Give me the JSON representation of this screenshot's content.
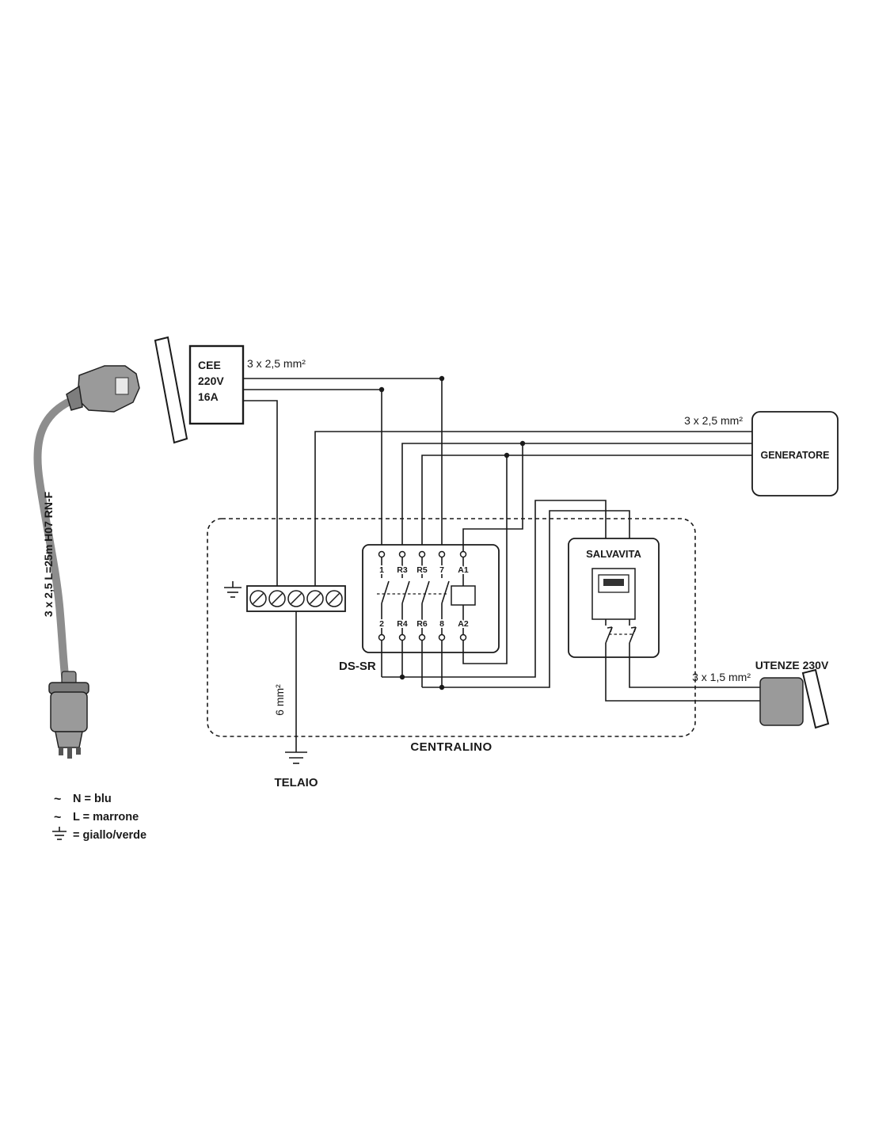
{
  "diagram": {
    "cee_inlet": {
      "line1": "CEE",
      "line2": "220V",
      "line3": "16A"
    },
    "cable_label": "3 x 2,5  L=25m  H07 RN-F",
    "wire_labels": {
      "mains": "3 x 2,5 mm²",
      "generator": "3 x 2,5 mm²",
      "outlet": "3 x 1,5 mm²",
      "ground": "6 mm²"
    },
    "generator_label": "GENERATORE",
    "centralino_label": "CENTRALINO",
    "salvavita_label": "SALVAVITA",
    "relay_label": "DS-SR",
    "telaio_label": "TELAIO",
    "outlet_label": "UTENZE 230V",
    "relay": {
      "top_terminals": [
        "1",
        "R3",
        "R5",
        "7",
        "A1"
      ],
      "bottom_terminals": [
        "2",
        "R4",
        "R6",
        "8",
        "A2"
      ]
    },
    "legend": [
      {
        "symbol": "~",
        "text": "N = blu"
      },
      {
        "symbol": "~",
        "text": "L = marrone"
      },
      {
        "symbol": "ground",
        "text": "= giallo/verde"
      }
    ],
    "colors": {
      "line": "#1a1a1a",
      "cable": "#8d8d8d"
    }
  }
}
